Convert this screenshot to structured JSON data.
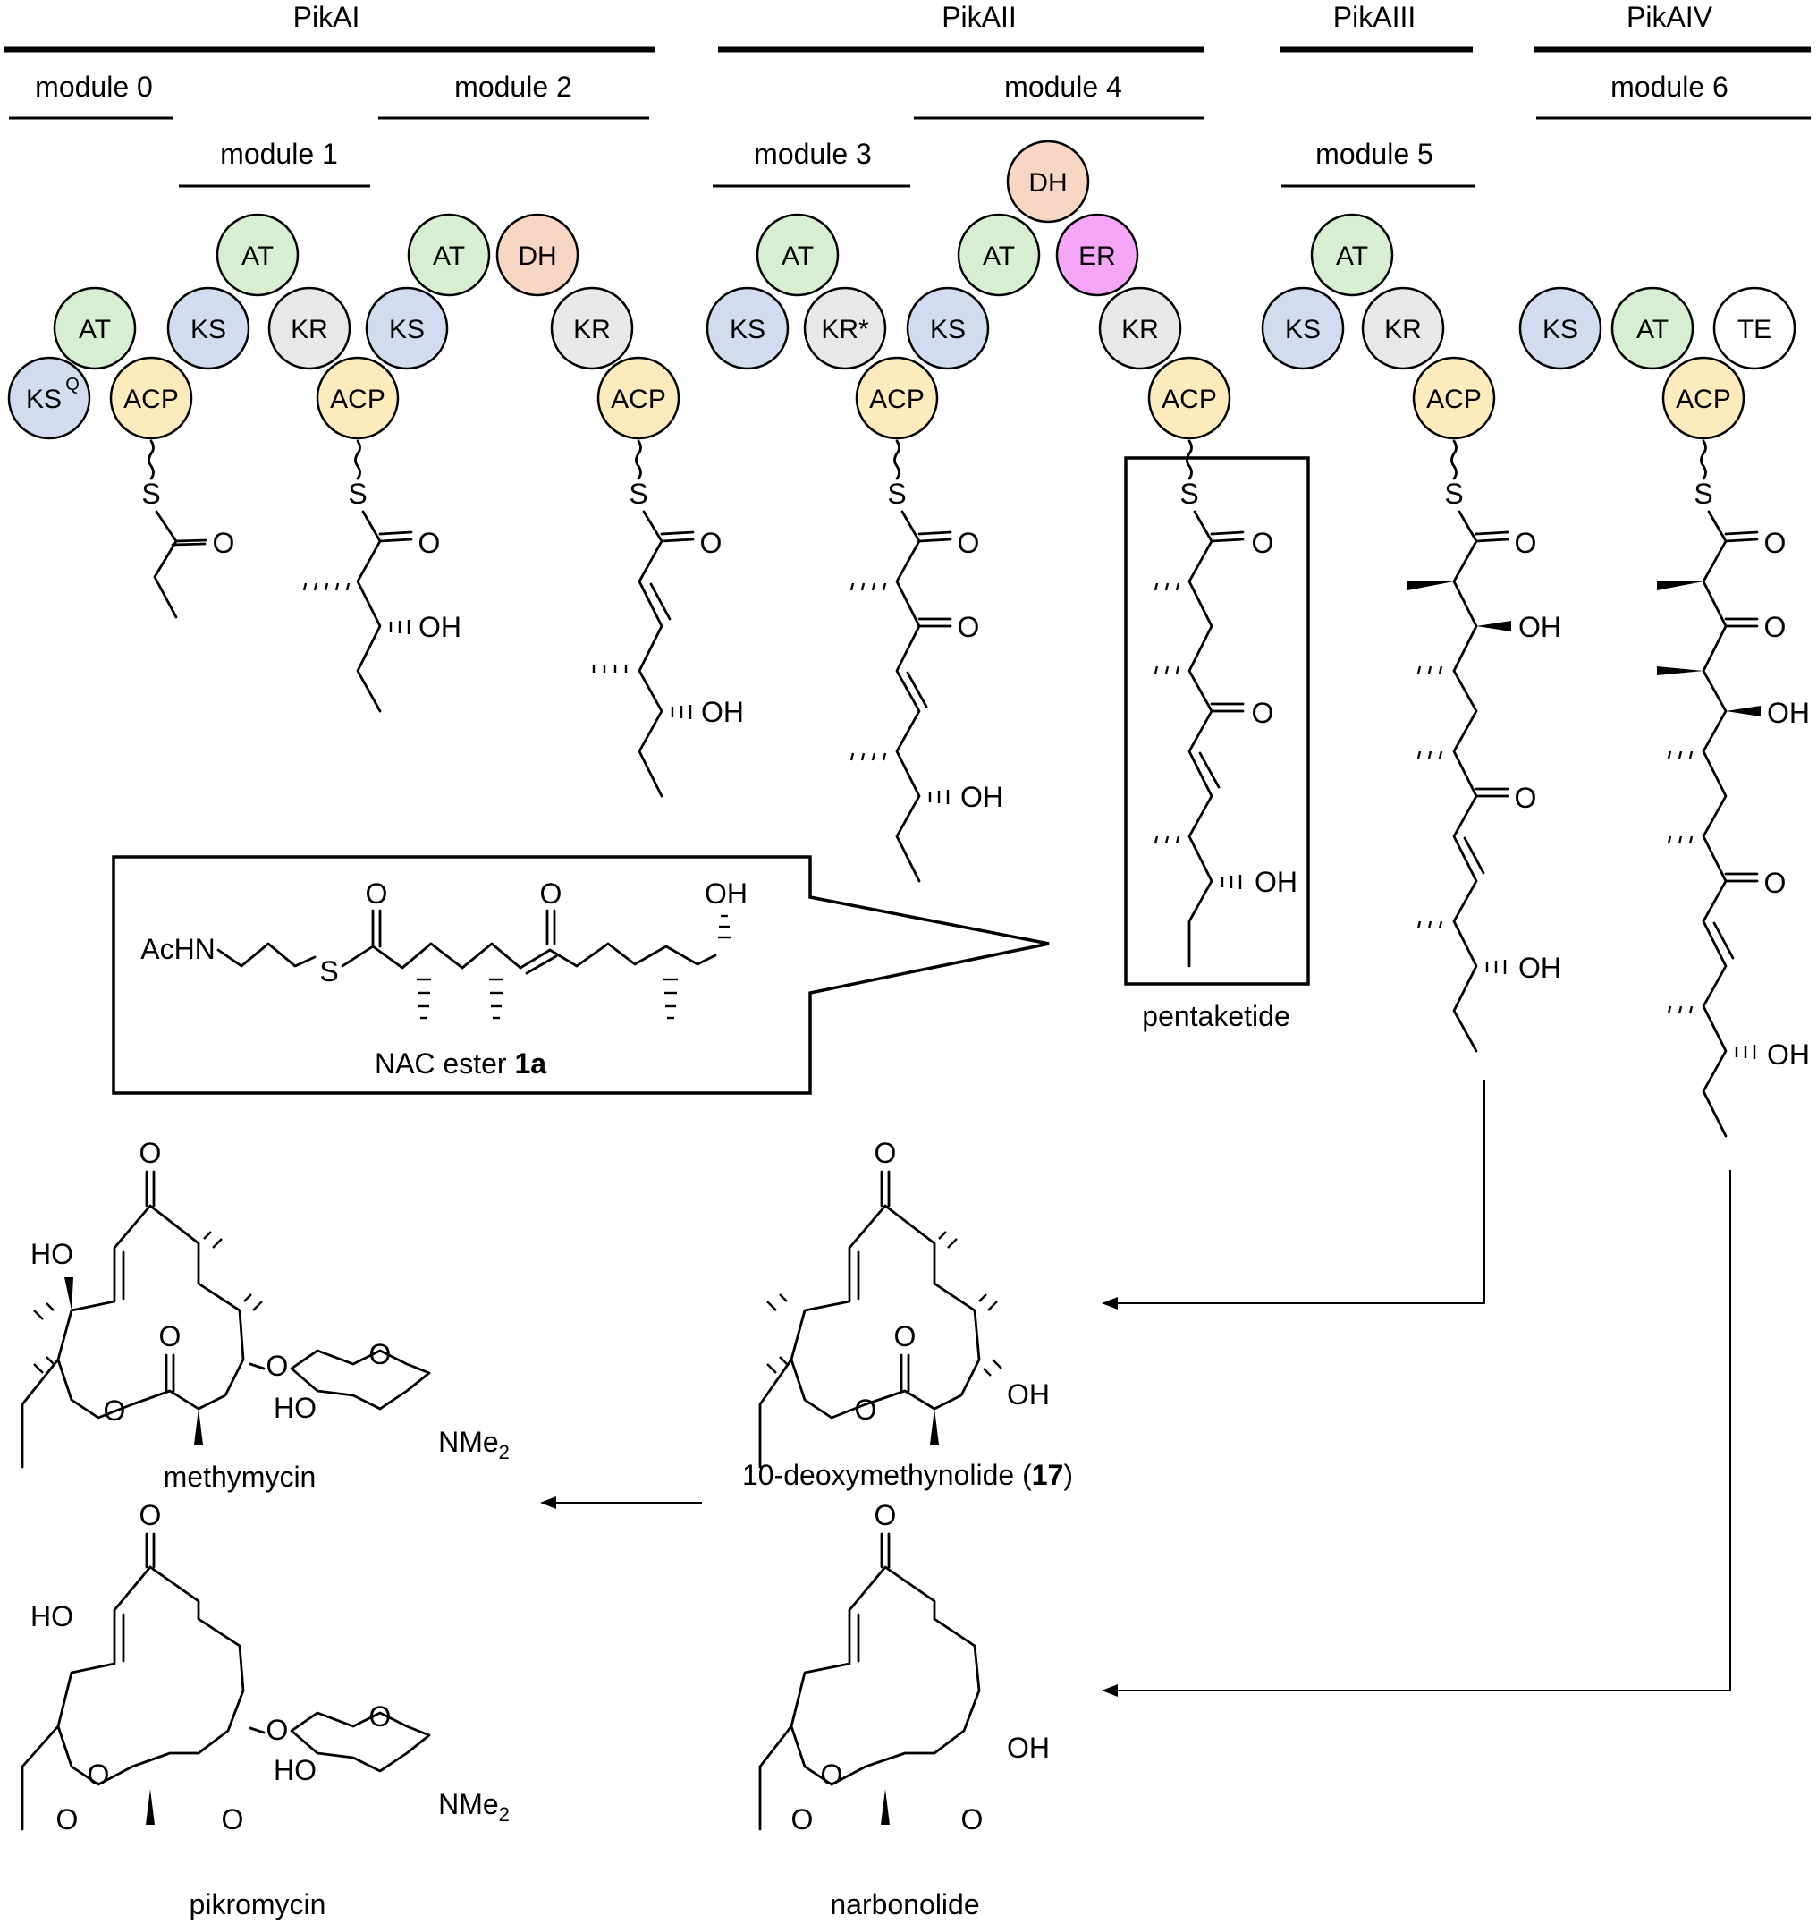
{
  "colors": {
    "KS": "#d3dcee",
    "AT": "#d8eed2",
    "ACP": "#fdebbd",
    "KR": "#e8e8e8",
    "DH": "#f8d6c4",
    "ER": "#f5a6f7",
    "TE": "#ffffff"
  },
  "proteins": [
    "PikAI",
    "PikAII",
    "PikAIII",
    "PikAIV"
  ],
  "modules": [
    "module 0",
    "module 1",
    "module 2",
    "module 3",
    "module 4",
    "module 5",
    "module 6"
  ],
  "domains": {
    "m0_ks": "KS",
    "m0_ks_sup": "Q",
    "m0_at": "AT",
    "m0_acp": "ACP",
    "m1_ks": "KS",
    "m1_at": "AT",
    "m1_kr": "KR",
    "m1_acp": "ACP",
    "m2_ks": "KS",
    "m2_at": "AT",
    "m2_dh": "DH",
    "m2_kr": "KR",
    "m2_acp": "ACP",
    "m3_ks": "KS",
    "m3_at": "AT",
    "m3_kr": "KR*",
    "m3_acp": "ACP",
    "m4_ks": "KS",
    "m4_at": "AT",
    "m4_dh": "DH",
    "m4_er": "ER",
    "m4_kr": "KR",
    "m4_acp": "ACP",
    "m5_ks": "KS",
    "m5_at": "AT",
    "m5_kr": "KR",
    "m5_acp": "ACP",
    "m6_ks": "KS",
    "m6_at": "AT",
    "m6_te": "TE",
    "m6_acp": "ACP"
  },
  "atoms": {
    "S": "S",
    "O": "O",
    "OH": "OH",
    "HO": "HO",
    "NMe2": "NMe",
    "NMe2_sub": "2",
    "AcHN": "AcHN"
  },
  "callout": {
    "name": "NAC ester ",
    "number": "1a"
  },
  "labels": {
    "pentaketide": "pentaketide",
    "methymycin": "methymycin",
    "deoxy_name": "10-deoxymethynolide (",
    "deoxy_number": "17",
    "deoxy_close": ")",
    "pikromycin": "pikromycin",
    "narbonolide": "narbonolide"
  }
}
